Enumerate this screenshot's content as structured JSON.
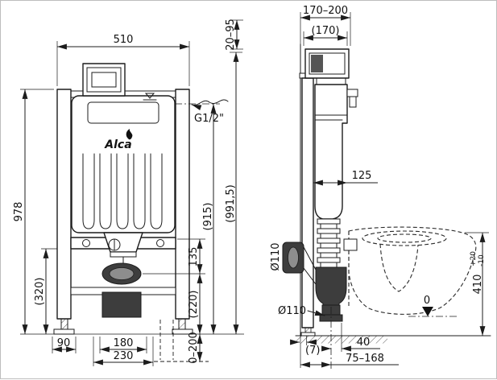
{
  "colors": {
    "ink": "#1c1c1c",
    "dark_fill": "#3d3d3d",
    "background": "#ffffff"
  },
  "front_view": {
    "brand": "Alca",
    "dim_width": "510",
    "dim_height": "978",
    "dim_lower_height": "(320)",
    "dim_foot_offset": "90",
    "dim_fixing_spacing": "180",
    "dim_outlet_width": "230",
    "dim_plate_depth_range": "20–95",
    "water_inlet_thread": "G1/2\"",
    "dim_height_915": "(915)",
    "dim_height_9915": "(991,5)",
    "dim_135": "135",
    "dim_220": "(220)",
    "dim_floor_range": "0–200"
  },
  "side_view": {
    "dim_depth_range": "170–200",
    "dim_depth_ref": "(170)",
    "dim_125": "125",
    "dim_outlet_diameter_side": "Ø110",
    "dim_outlet_diameter_down": "Ø110",
    "dim_wall_gap": "(7)",
    "dim_40": "40",
    "dim_outlet_axis_range": "75–168",
    "dim_bowl_height": "410",
    "dim_bowl_height_tol_plus": "+20",
    "dim_bowl_height_tol_minus": "-10",
    "floor_level_mark": "0"
  }
}
